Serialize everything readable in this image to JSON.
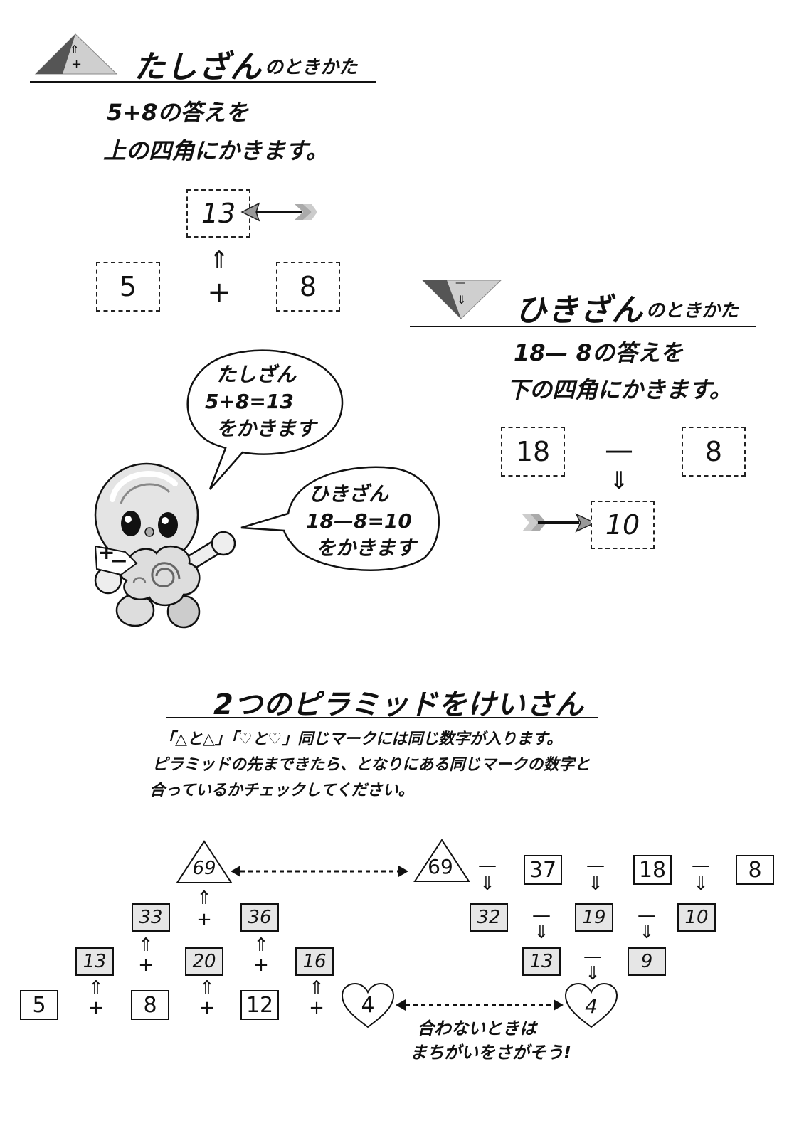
{
  "addition": {
    "title": "たしざん",
    "title_suffix": "のときかた",
    "icon_up_arrow": "⇑",
    "icon_plus": "+",
    "instruction_line1": "5+8の答えを",
    "instruction_line2": "上の四角にかきます。",
    "result": "13",
    "left": "5",
    "right": "8",
    "arrow": "⇑",
    "operator": "+"
  },
  "subtraction": {
    "title": "ひきざん",
    "title_suffix": "のときかた",
    "icon_minus": "—",
    "icon_down_arrow": "⇓",
    "instruction_line1": "18— 8の答えを",
    "instruction_line2": "下の四角にかきます。",
    "left": "18",
    "right": "8",
    "operator": "—",
    "arrow": "⇓",
    "result": "10"
  },
  "bubbles": {
    "add_line1": "たしざん",
    "add_line2": "5+8=13",
    "add_line3": "をかきます",
    "sub_line1": "ひきざん",
    "sub_line2": "18—8=10",
    "sub_line3": "をかきます",
    "mascot_plus": "+",
    "mascot_minus": "—"
  },
  "pyramid": {
    "title": "2つのピラミッドをけいさん",
    "desc_line1": "「△と△」「♡と♡」同じマークには同じ数字が入ります。",
    "desc_line2": "ピラミッドの先まできたら、となりにある同じマークの数字と",
    "desc_line3": "合っているかチェックしてください。",
    "add_triangle": "69",
    "add_row1": [
      "33",
      "36"
    ],
    "add_row2": [
      "13",
      "20",
      "16"
    ],
    "add_row3": [
      "5",
      "8",
      "12"
    ],
    "add_heart": "4",
    "sub_triangle": "69",
    "sub_row1": [
      "37",
      "18",
      "8"
    ],
    "sub_row2": [
      "32",
      "19",
      "10"
    ],
    "sub_row3": [
      "13",
      "9"
    ],
    "sub_heart": "4",
    "plus": "+",
    "up": "⇑",
    "minus": "—",
    "down": "⇓",
    "note_line1": "合わないときは",
    "note_line2": "まちがいをさがそう!"
  }
}
